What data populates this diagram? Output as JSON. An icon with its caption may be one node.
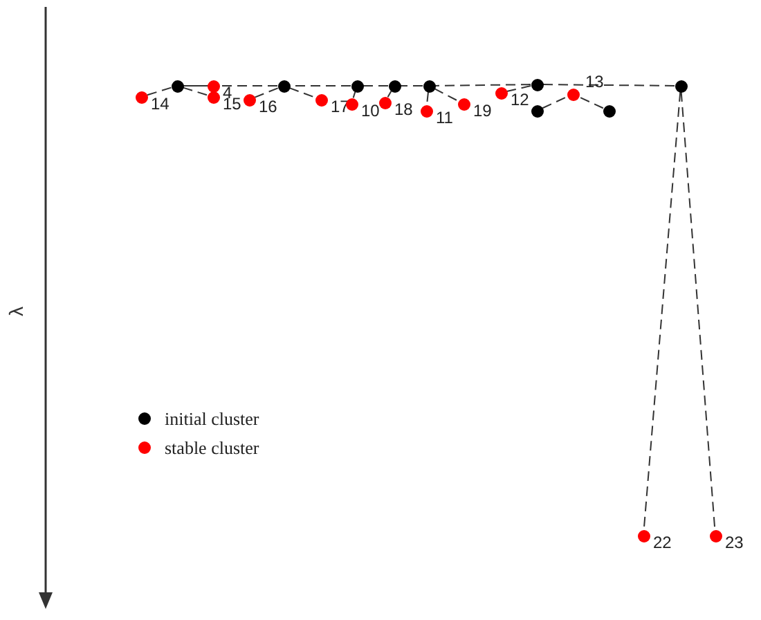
{
  "diagram": {
    "nodes": [
      {
        "text": [],
        "shape": "circle",
        "beside": [
          "14"
        ]
      },
      {
        "text": [],
        "shape": "circle"
      },
      {
        "text": [],
        "shape": "circle",
        "beside": [
          "4"
        ]
      },
      {
        "text": [],
        "shape": "circle",
        "beside": [
          "15"
        ]
      },
      {
        "text": [],
        "shape": "circle",
        "beside": [
          "16"
        ]
      },
      {
        "text": [],
        "shape": "circle"
      },
      {
        "text": [],
        "shape": "circle",
        "beside": [
          "17"
        ]
      },
      {
        "text": [],
        "shape": "circle"
      },
      {
        "text": [],
        "shape": "circle",
        "beside": [
          "10"
        ]
      },
      {
        "text": [],
        "shape": "circle"
      },
      {
        "text": [],
        "shape": "circle",
        "beside": [
          "18"
        ]
      },
      {
        "text": [],
        "shape": "circle"
      },
      {
        "text": [],
        "shape": "circle",
        "beside": [
          "11"
        ]
      },
      {
        "text": [],
        "shape": "circle",
        "beside": [
          "19"
        ]
      },
      {
        "text": [],
        "shape": "circle",
        "beside": [
          "12"
        ]
      },
      {
        "text": [],
        "shape": "circle"
      },
      {
        "text": [],
        "shape": "circle"
      },
      {
        "text": [],
        "shape": "circle",
        "beside": [
          "13"
        ]
      },
      {
        "text": [],
        "shape": "circle"
      },
      {
        "text": [],
        "shape": "circle"
      },
      {
        "text": [],
        "shape": "circle",
        "beside": [
          "22"
        ]
      },
      {
        "text": [],
        "shape": "circle",
        "beside": [
          "23"
        ]
      }
    ],
    "edges": [
      {
        "from": 1,
        "to": 0,
        "arrow": "none",
        "style": "dashed"
      },
      {
        "from": 1,
        "to": 3,
        "arrow": "none",
        "style": "dashed"
      },
      {
        "from": 1,
        "to": 2,
        "arrow": "none",
        "style": "dashed"
      },
      {
        "from": 5,
        "to": 1,
        "arrow": "none",
        "style": "dashed"
      },
      {
        "from": 5,
        "to": 4,
        "arrow": "none",
        "style": "dashed"
      },
      {
        "from": 5,
        "to": 6,
        "arrow": "none",
        "style": "dashed"
      },
      {
        "from": 7,
        "to": 5,
        "arrow": "none",
        "style": "dashed"
      },
      {
        "from": 7,
        "to": 8,
        "arrow": "none",
        "style": "dashed"
      },
      {
        "from": 9,
        "to": 7,
        "arrow": "none",
        "style": "dashed"
      },
      {
        "from": 9,
        "to": 10,
        "arrow": "none",
        "style": "dashed"
      },
      {
        "from": 11,
        "to": 9,
        "arrow": "none",
        "style": "dashed"
      },
      {
        "from": 11,
        "to": 12,
        "arrow": "none",
        "style": "dashed"
      },
      {
        "from": 11,
        "to": 13,
        "arrow": "none",
        "style": "dashed"
      },
      {
        "from": 15,
        "to": 11,
        "arrow": "none",
        "style": "dashed"
      },
      {
        "from": 15,
        "to": 14,
        "arrow": "none",
        "style": "dashed"
      },
      {
        "from": 16,
        "to": 17,
        "arrow": "none",
        "style": "dashed"
      },
      {
        "from": 18,
        "to": 17,
        "arrow": "none",
        "style": "dashed"
      },
      {
        "from": 19,
        "to": 15,
        "arrow": "none",
        "style": "dashed"
      },
      {
        "from": 19,
        "to": 20,
        "arrow": "none",
        "style": "dashed"
      },
      {
        "from": 19,
        "to": 21,
        "arrow": "none",
        "style": "dashed"
      }
    ],
    "labels": [
      "λ"
    ],
    "legend": [
      {
        "text": "initial cluster",
        "color": "#000000"
      },
      {
        "text": "stable cluster",
        "color": "#ff0000"
      }
    ]
  }
}
